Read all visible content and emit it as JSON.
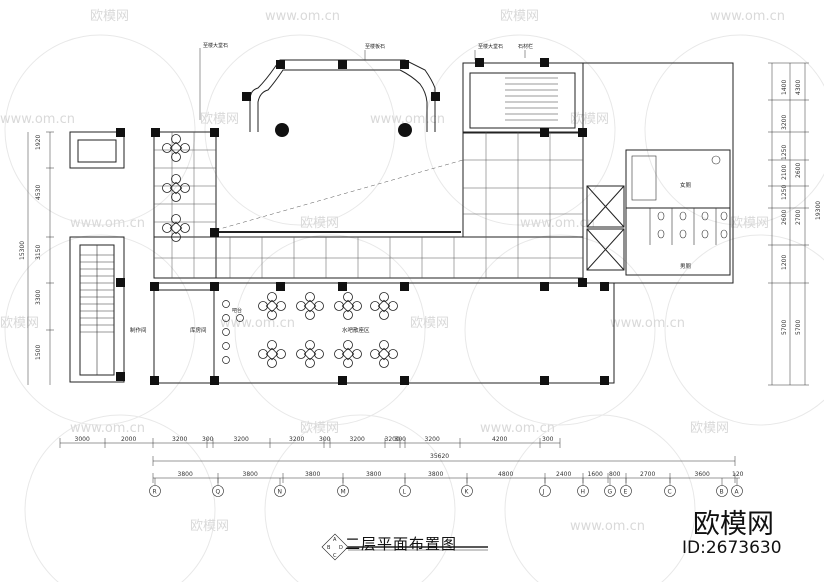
{
  "drawing": {
    "title": "二层平面布置图",
    "brand_name": "欧模网",
    "brand_id": "ID:2673630",
    "watermark_text": "欧模网",
    "watermark_url": "www.om.cn",
    "north_marks": [
      "A",
      "B",
      "C",
      "D"
    ]
  },
  "rooms": {
    "workroom": "制作间",
    "storeroom": "库房间",
    "bar_area": "水吧散座区",
    "bar_counter": "吧台",
    "female_wc": "女厕",
    "male_wc": "男厕"
  },
  "notes": {
    "n1": "至楼大堂石",
    "n2": "至楼板石",
    "n3": "至楼大堂石",
    "n4": "石材栏"
  },
  "dims_top": [
    "3000",
    "2000",
    "3200",
    "300",
    "3200",
    "3200",
    "300",
    "3200",
    "3200",
    "300",
    "3200",
    "4200",
    "300"
  ],
  "dim_total": "35620",
  "dims_bottom": [
    "3800",
    "3800",
    "3800",
    "3800",
    "3800",
    "4800",
    "2400",
    "1600",
    "800",
    "2700",
    "3600",
    "120"
  ],
  "axis_labels": [
    "R",
    "Q",
    "N",
    "M",
    "L",
    "K",
    "J",
    "H",
    "G",
    "E",
    "C",
    "B",
    "A"
  ],
  "dims_left": [
    "1920",
    "4530",
    "15300",
    "3150",
    "3300",
    "1500"
  ],
  "dims_right": [
    "4300",
    "1400",
    "3200",
    "1250",
    "2100",
    "2600",
    "1250",
    "2600",
    "2700",
    "1200",
    "19300",
    "5700",
    "5700"
  ]
}
